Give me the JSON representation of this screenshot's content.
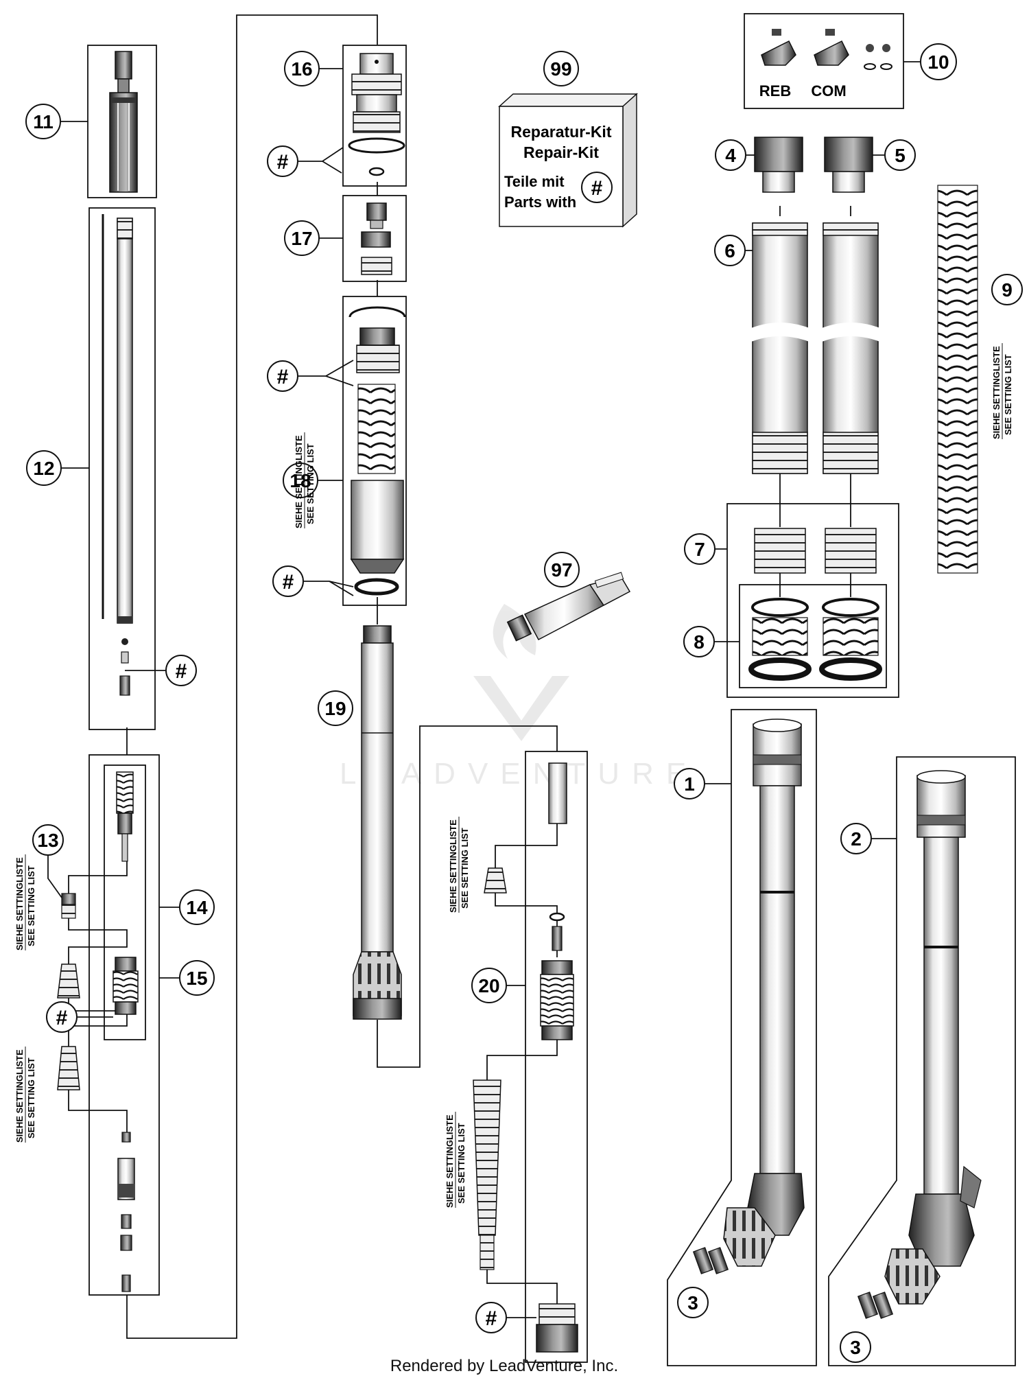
{
  "diagram": {
    "callouts": {
      "c1": "1",
      "c2": "2",
      "c3a": "3",
      "c3b": "3",
      "c4": "4",
      "c5": "5",
      "c6": "6",
      "c7": "7",
      "c8": "8",
      "c9": "9",
      "c10": "10",
      "c11": "11",
      "c12": "12",
      "c13": "13",
      "c14": "14",
      "c15": "15",
      "c16": "16",
      "c17": "17",
      "c18": "18",
      "c19": "19",
      "c20": "20",
      "c97": "97",
      "c99": "99"
    },
    "hash_symbol": "#",
    "kit_box": {
      "line1": "Reparatur-Kit",
      "line2": "Repair-Kit",
      "line3": "Teile mit",
      "line4": "Parts with"
    },
    "adjuster_labels": {
      "reb": "REB",
      "com": "COM"
    },
    "setting_note": {
      "line1": "SIEHE SETTINGLISTE",
      "line2": "SEE SETTING LIST"
    },
    "watermark": "LEADVENTURE",
    "footer": "Rendered by LeadVenture, Inc."
  }
}
